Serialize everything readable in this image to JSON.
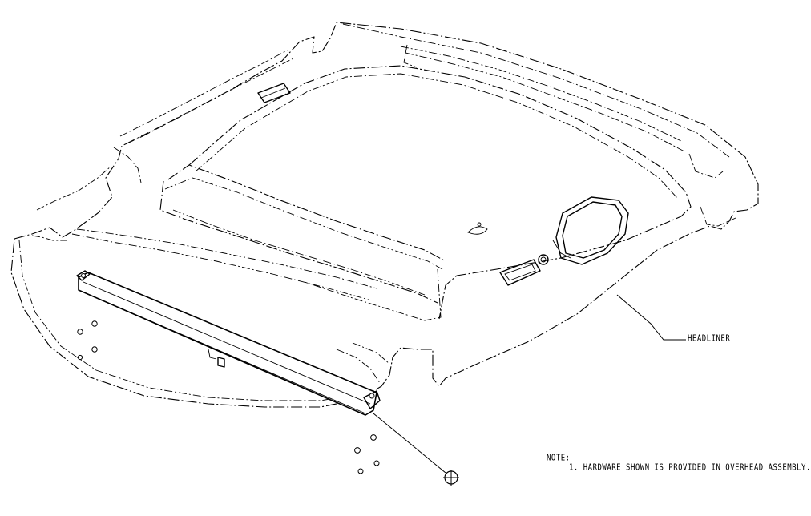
{
  "labels": {
    "headliner": "HEADLINER"
  },
  "note": {
    "title": "NOTE:",
    "items": [
      "1. HARDWARE SHOWN IS PROVIDED IN OVERHEAD ASSEMBLY."
    ]
  },
  "symbols": {
    "hardware_callout": "circle-crosshair-icon"
  }
}
